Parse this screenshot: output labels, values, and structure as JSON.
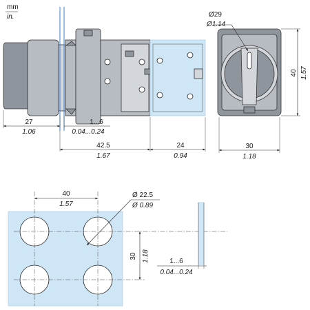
{
  "units": {
    "metric": "mm",
    "imperial": "in."
  },
  "front_view": {
    "dim_total_depth": {
      "mm": "27",
      "in": "1.06"
    },
    "dim_panel_thickness": {
      "mm": "1...6",
      "in": "0.04...0.24"
    },
    "dim_body_length": {
      "mm": "42.5",
      "in": "1.67"
    },
    "dim_contact_block": {
      "mm": "24",
      "in": "0.94"
    }
  },
  "side_view": {
    "dim_diameter": {
      "mm": "Ø29",
      "in": "Ø1.14"
    },
    "dim_height": {
      "mm": "40",
      "in": "1.57"
    },
    "dim_width": {
      "mm": "30",
      "in": "1.18"
    }
  },
  "panel_cutout": {
    "dim_horizontal_pitch": {
      "mm": "40",
      "in": "1.57"
    },
    "dim_hole_diameter": {
      "mm": "Ø 22.5",
      "in": "Ø 0.89"
    },
    "dim_vertical_pitch": {
      "mm": "30",
      "in": "1.18"
    },
    "dim_panel_thickness": {
      "mm": "1...6",
      "in": "0.04...0.24"
    }
  },
  "colors": {
    "panel_fill": "#cfe6f6",
    "panel_edge": "#3a7fd0",
    "body_grey": "#b7bcc2"
  }
}
